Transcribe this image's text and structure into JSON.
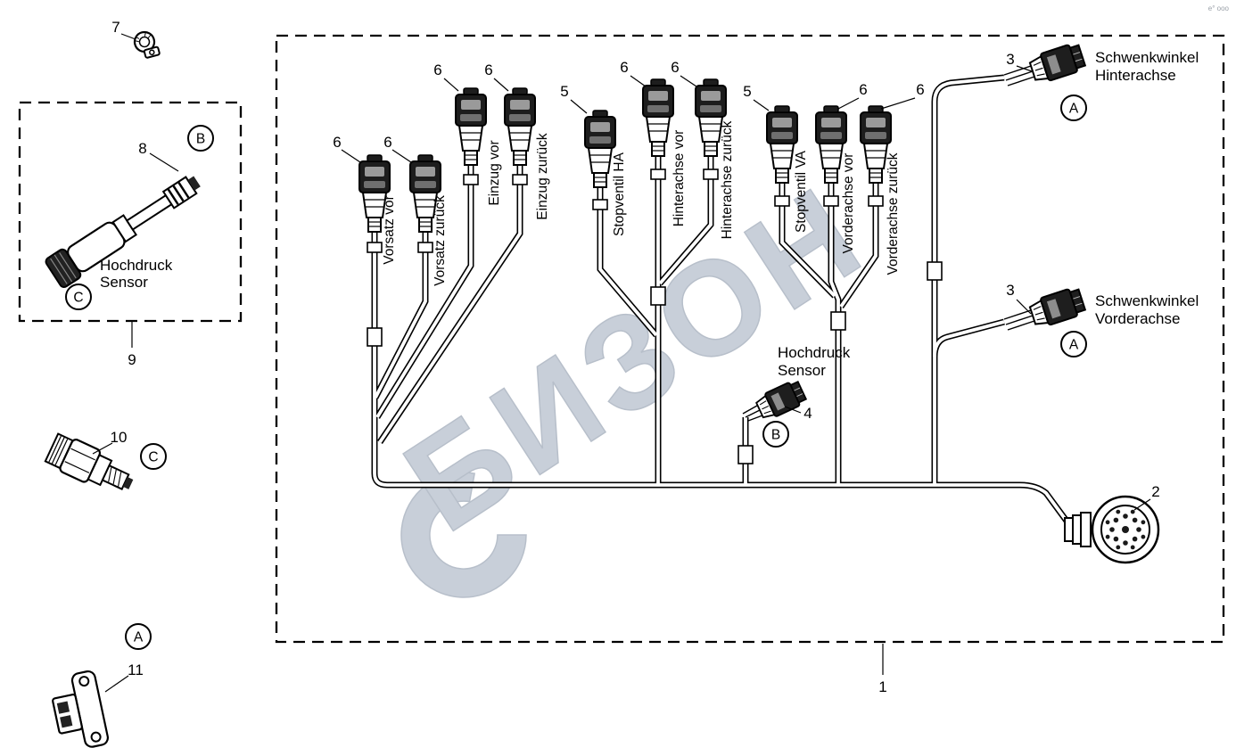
{
  "watermark": {
    "text": "БИЗОН",
    "corner": "е° ооо"
  },
  "parts": {
    "p1": "1",
    "p2": "2",
    "p3": "3",
    "p4": "4",
    "p5": "5",
    "p6": "6",
    "p7": "7",
    "p8": "8",
    "p9": "9",
    "p10": "10",
    "p11": "11"
  },
  "letters": {
    "A": "A",
    "B": "B",
    "C": "C"
  },
  "wire_labels": [
    "Vorsatz vor",
    "Vorsatz zurück",
    "Einzug vor",
    "Einzug zurück",
    "Stopventil HA",
    "Hinterachse vor",
    "Hinterachse zurück",
    "Stopventil VA",
    "Vorderachse vor",
    "Vorderachse zurück"
  ],
  "labels": {
    "schwenkwinkel": "Schwenkwinkel",
    "hinterachse": "Hinterachse",
    "vorderachse": "Vorderachse",
    "hochdruck": "Hochdruck",
    "sensor": "Sensor"
  }
}
